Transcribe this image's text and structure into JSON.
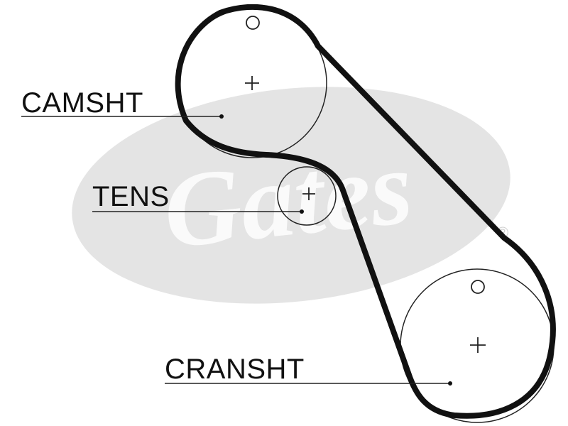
{
  "labels": {
    "camshaft": "CAMSHT",
    "tensioner": "TENS",
    "crankshaft": "CRANSHT"
  },
  "watermark": {
    "brand_text": "Gates",
    "registered_mark": "®"
  },
  "colors": {
    "belt": "#111111",
    "pulley_outline": "#222222",
    "watermark_fill": "#e4e4e4",
    "background": "#ffffff"
  },
  "icons": {
    "pulley_center": "plus-icon",
    "timing_mark": "circle-icon"
  }
}
